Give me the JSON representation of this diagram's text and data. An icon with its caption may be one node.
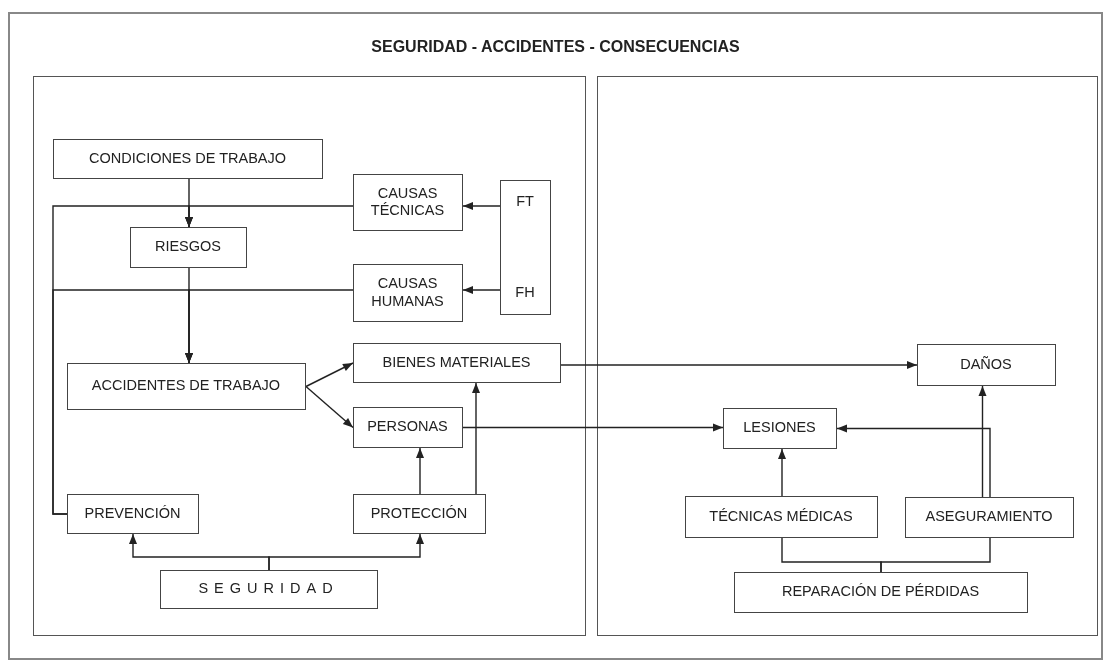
{
  "diagram": {
    "title": "SEGURIDAD - ACCIDENTES - CONSECUENCIAS",
    "nodes": [
      {
        "text": [],
        "shape": "box"
      },
      {
        "text": [
          "CONDICIONES DE TRABAJO"
        ],
        "in": 0
      },
      {
        "text": [
          "CAUSAS TÉCNICAS"
        ],
        "in": 0
      },
      {
        "text": [
          "FT",
          "FH"
        ],
        "in": 0
      },
      {
        "text": [
          "RIESGOS"
        ],
        "in": 0
      },
      {
        "text": [
          "CAUSAS HUMANAS"
        ],
        "in": 0
      },
      {
        "text": [
          "BIENES MATERIALES"
        ],
        "in": 0
      },
      {
        "text": [
          "ACCIDENTES DE TRABAJO"
        ],
        "in": 0
      },
      {
        "text": [
          "PERSONAS"
        ],
        "in": 0
      },
      {
        "text": [
          "PREVENCIÓN"
        ],
        "in": 0
      },
      {
        "text": [
          "PROTECCIÓN"
        ],
        "in": 0
      },
      {
        "text": [
          "SEGURIDAD"
        ],
        "in": 0
      },
      {
        "text": [],
        "shape": "box"
      },
      {
        "text": [
          "DAÑOS"
        ],
        "in": 12
      },
      {
        "text": [
          "LESIONES"
        ],
        "in": 12
      },
      {
        "text": [
          "TÉCNICAS MÉDICAS"
        ],
        "in": 12
      },
      {
        "text": [
          "ASEGURAMIENTO"
        ],
        "in": 12
      },
      {
        "text": [
          "REPARACIÓN DE PÉRDIDAS"
        ],
        "in": 12
      }
    ],
    "edges": [
      {
        "from": 1,
        "to": 4,
        "arrow": "to"
      },
      {
        "from": 2,
        "to": 4,
        "arrow": "to"
      },
      {
        "from": 9,
        "to": 4,
        "arrow": "to"
      },
      {
        "from": 3,
        "to": 2,
        "arrow": "to"
      },
      {
        "from": 3,
        "to": 5,
        "arrow": "to"
      },
      {
        "from": 5,
        "to": 7,
        "arrow": "to"
      },
      {
        "from": 9,
        "to": 7,
        "arrow": "to"
      },
      {
        "from": 4,
        "to": 7,
        "arrow": "to"
      },
      {
        "from": 7,
        "to": 6,
        "arrow": "to"
      },
      {
        "from": 7,
        "to": 8,
        "arrow": "to"
      },
      {
        "from": 10,
        "to": 8,
        "arrow": "to"
      },
      {
        "from": 10,
        "to": 6,
        "arrow": "to"
      },
      {
        "from": 11,
        "to": 9,
        "arrow": "to"
      },
      {
        "from": 11,
        "to": 10,
        "arrow": "to"
      },
      {
        "from": 6,
        "to": 13,
        "arrow": "to"
      },
      {
        "from": 8,
        "to": 14,
        "arrow": "to"
      },
      {
        "from": 16,
        "to": 13,
        "arrow": "to"
      },
      {
        "from": 16,
        "to": 14,
        "arrow": "to"
      },
      {
        "from": 15,
        "to": 14,
        "arrow": "to"
      },
      {
        "from": 17,
        "to": 15,
        "arrow": "none"
      },
      {
        "from": 17,
        "to": 16,
        "arrow": "none"
      }
    ]
  }
}
